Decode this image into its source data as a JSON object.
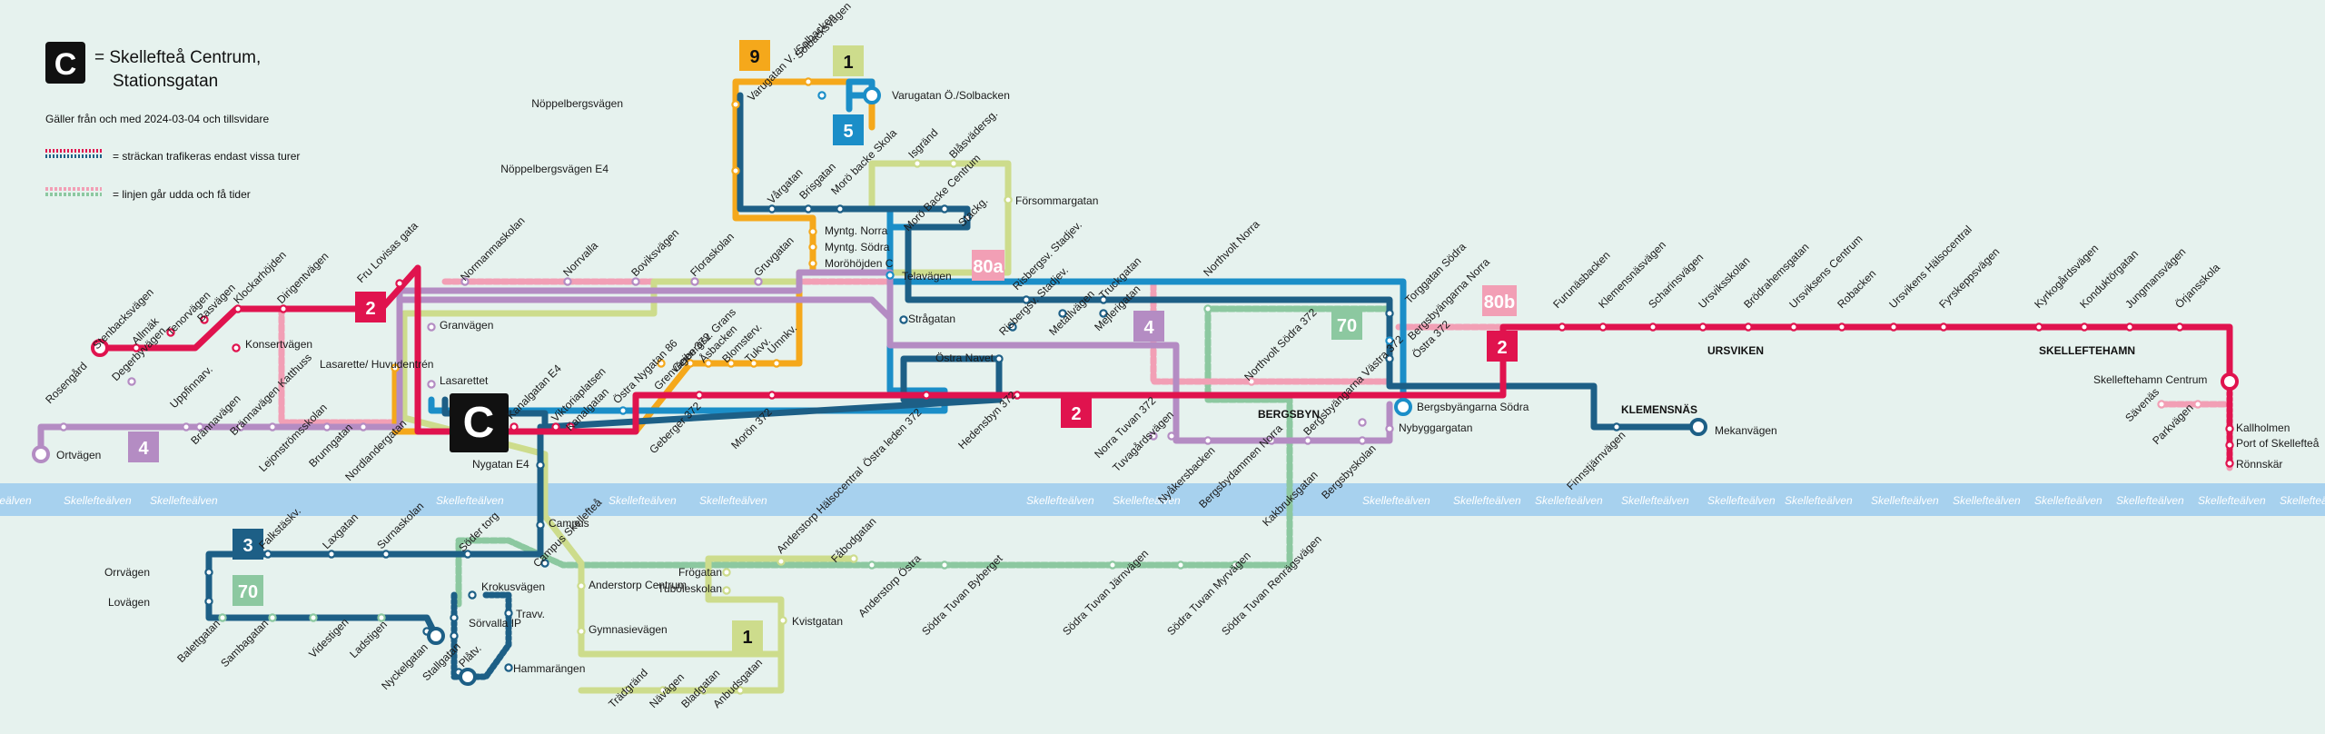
{
  "legend": {
    "central_symbol": "C",
    "central_line1": "= Skellefteå Centrum,",
    "central_line2": "Stationsgatan",
    "valid_from": "Gäller från och med 2024-03-04 och tillsvidare",
    "some_trips": "= sträckan trafikeras endast vissa turer",
    "odd_trips": "= linjen går udda och få tider"
  },
  "colors": {
    "line_1": "#cddc8c",
    "line_2": "#e0134e",
    "line_3": "#1d5f86",
    "line_4": "#b48cc3",
    "line_5": "#1b8ec8",
    "line_9": "#f5a81b",
    "line_70": "#8cc8a0",
    "line_80a": "#f29fb5",
    "line_80b": "#f29fb5",
    "river": "#a7d1ee",
    "background": "#e6f2ee"
  },
  "river": {
    "label": "Skellefteälven"
  },
  "badges": [
    "9",
    "1",
    "5",
    "2",
    "4",
    "70",
    "80a",
    "80b",
    "2",
    "4",
    "3",
    "70",
    "1"
  ],
  "area_labels": [
    "URSVIKEN",
    "SKELLEFTEHAMN",
    "KLEMENSNÄS",
    "BERGSBYN"
  ],
  "stops": [
    "Stenbacksvägen",
    "Allmäk",
    "Degerbyvägen",
    "Tenorvägen",
    "Basvägen",
    "Klockarhöjden",
    "Dirigentvägen",
    "Fru Lovisas gata",
    "Konsertvägen",
    "Rosengård",
    "Ortvägen",
    "Uppfinnarv.",
    "Brännavägen",
    "Brännavägen Katthuss",
    "Lejonströmsskolan",
    "Brunngatan",
    "Nordlandergatan",
    "Lasarette/ Huvudentrén",
    "Lasarettet",
    "Granvägen",
    "Normanmaskolan",
    "Norrvalla",
    "Boviksvägen",
    "Floraskolan",
    "Gruvgatan",
    "Kanalgatan E4",
    "Viktoriaplatsen",
    "Kanalgatan",
    "Nygatan E4",
    "Östra Nygatan 86",
    "Grenvägen 372",
    "Geibergsv. Grans",
    "Åsbacken",
    "Blomsterv.",
    "Tukvv.",
    "Umnkv.",
    "Geberger 372",
    "Morön 372",
    "Östra leden 372",
    "Hedensbyn 372",
    "Nöppelbergsvägen",
    "Nöppelbergsvägen E4",
    "Solbacksvägen",
    "Varugatan V. /Solbacken",
    "Varugatan Ö./Solbacken",
    "Vårgatan",
    "Brisgatan",
    "Morö backe Skola",
    "Isgränd",
    "Blåsvädersg.",
    "Försommargatan",
    "Morö Backe Centrum",
    "Stackg.",
    "Myntg. Norra",
    "Myntg. Södra",
    "Moröhöjden C",
    "Telavägen",
    "Strågatan",
    "Östra Navet",
    "Risbergsv. Stadjev.",
    "Metallvägen",
    "Mejlerigatan",
    "Truckgatan",
    "Risbergsv. Stadjev.",
    "Northvolt Norra",
    "Northvolt Södra 372",
    "Norra Tuvan 372",
    "Tuvagårdsvägen",
    "Nyåkersbacken",
    "Bergsbydammen Norra",
    "Kakbruksgatan",
    "Bergsbyskolan",
    "Bergsbyängarna Västra 372",
    "Torggatan Södra",
    "Bergsbyängarna Norra",
    "Östra 372",
    "Bergsbyängarna Södra",
    "Nybyggargatan",
    "Mekanvägen",
    "Finnstjärnvägen",
    "Furunäsbacken",
    "Klemensnäsvägen",
    "Scharinsvägen",
    "Ursviksskolan",
    "Brödrahemsgatan",
    "Ursviksens Centrum",
    "Robacken",
    "Ursvikens Hälsocentral",
    "Fyrskeppsvägen",
    "Kyrkogårdsvägen",
    "Konduktörgatan",
    "Jungmansvägen",
    "Örjansskola",
    "Skelleftehamn Centrum",
    "Sävenäs",
    "Parkvägen",
    "Kallholmen",
    "Port of Skellefteå",
    "Rönnskär",
    "Orrvägen",
    "Lovägen",
    "Falkstäskv.",
    "Laxgatan",
    "Surnaskolan",
    "Söder torg",
    "Campus",
    "Campus Skellefteå",
    "Balettgatan",
    "Sambagatan",
    "Videstigen",
    "Ladstigen",
    "Nyckelgatan",
    "Stallgatan",
    "Sörvalla IP",
    "Krokusvägen",
    "Travv.",
    "Plåtv.",
    "Hammarängen",
    "Anderstorp Centrum",
    "Gymnasievägen",
    "Trädgränd",
    "Nävägen",
    "Bladgatan",
    "Anbudsgatan",
    "Frögatan",
    "Tuböleskolan",
    "Kvistgatan",
    "Anderstorp Hälsocentral",
    "Anderstorp Östra",
    "Fåbodgatan",
    "Södra Tuvan Byberget",
    "Södra Tuvan Järnvägen",
    "Södra Tuvan Myrvägen",
    "Södra Tuvan Renrägsvägen"
  ]
}
